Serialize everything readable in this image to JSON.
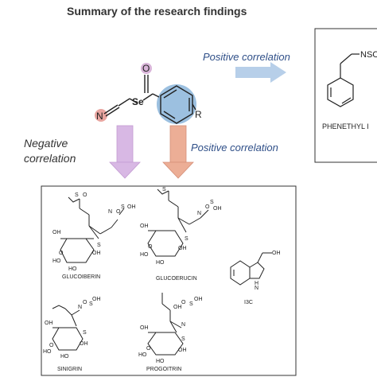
{
  "title": "Summary of the research findings",
  "molecule": {
    "atom_N": "N",
    "atom_Se": "Se",
    "atom_O": "O",
    "group_R": "R"
  },
  "labels": {
    "positive_right": "Positive correlation",
    "positive_down": "Positive correlation",
    "negative_line1": "Negative",
    "negative_line2": "correlation"
  },
  "product": {
    "group": "NSC",
    "name": "PHENETHYL I"
  },
  "compounds": {
    "glucoiberin": "GLUCOIBERIN",
    "glucoerucin": "GLUCOERUCIN",
    "i3c": "I3C",
    "sinigrin": "SINIGRIN",
    "progoitrin": "PROGOITRIN"
  },
  "colors": {
    "highlight_red": "#e8a5a0",
    "highlight_blue": "#9cc0e0",
    "highlight_purple": "#d9b5d9",
    "arrow_purple": "#d8b8e4",
    "arrow_peach": "#ecae96",
    "arrow_blue": "#b7cfe9",
    "text_blue": "#2f4f88"
  }
}
